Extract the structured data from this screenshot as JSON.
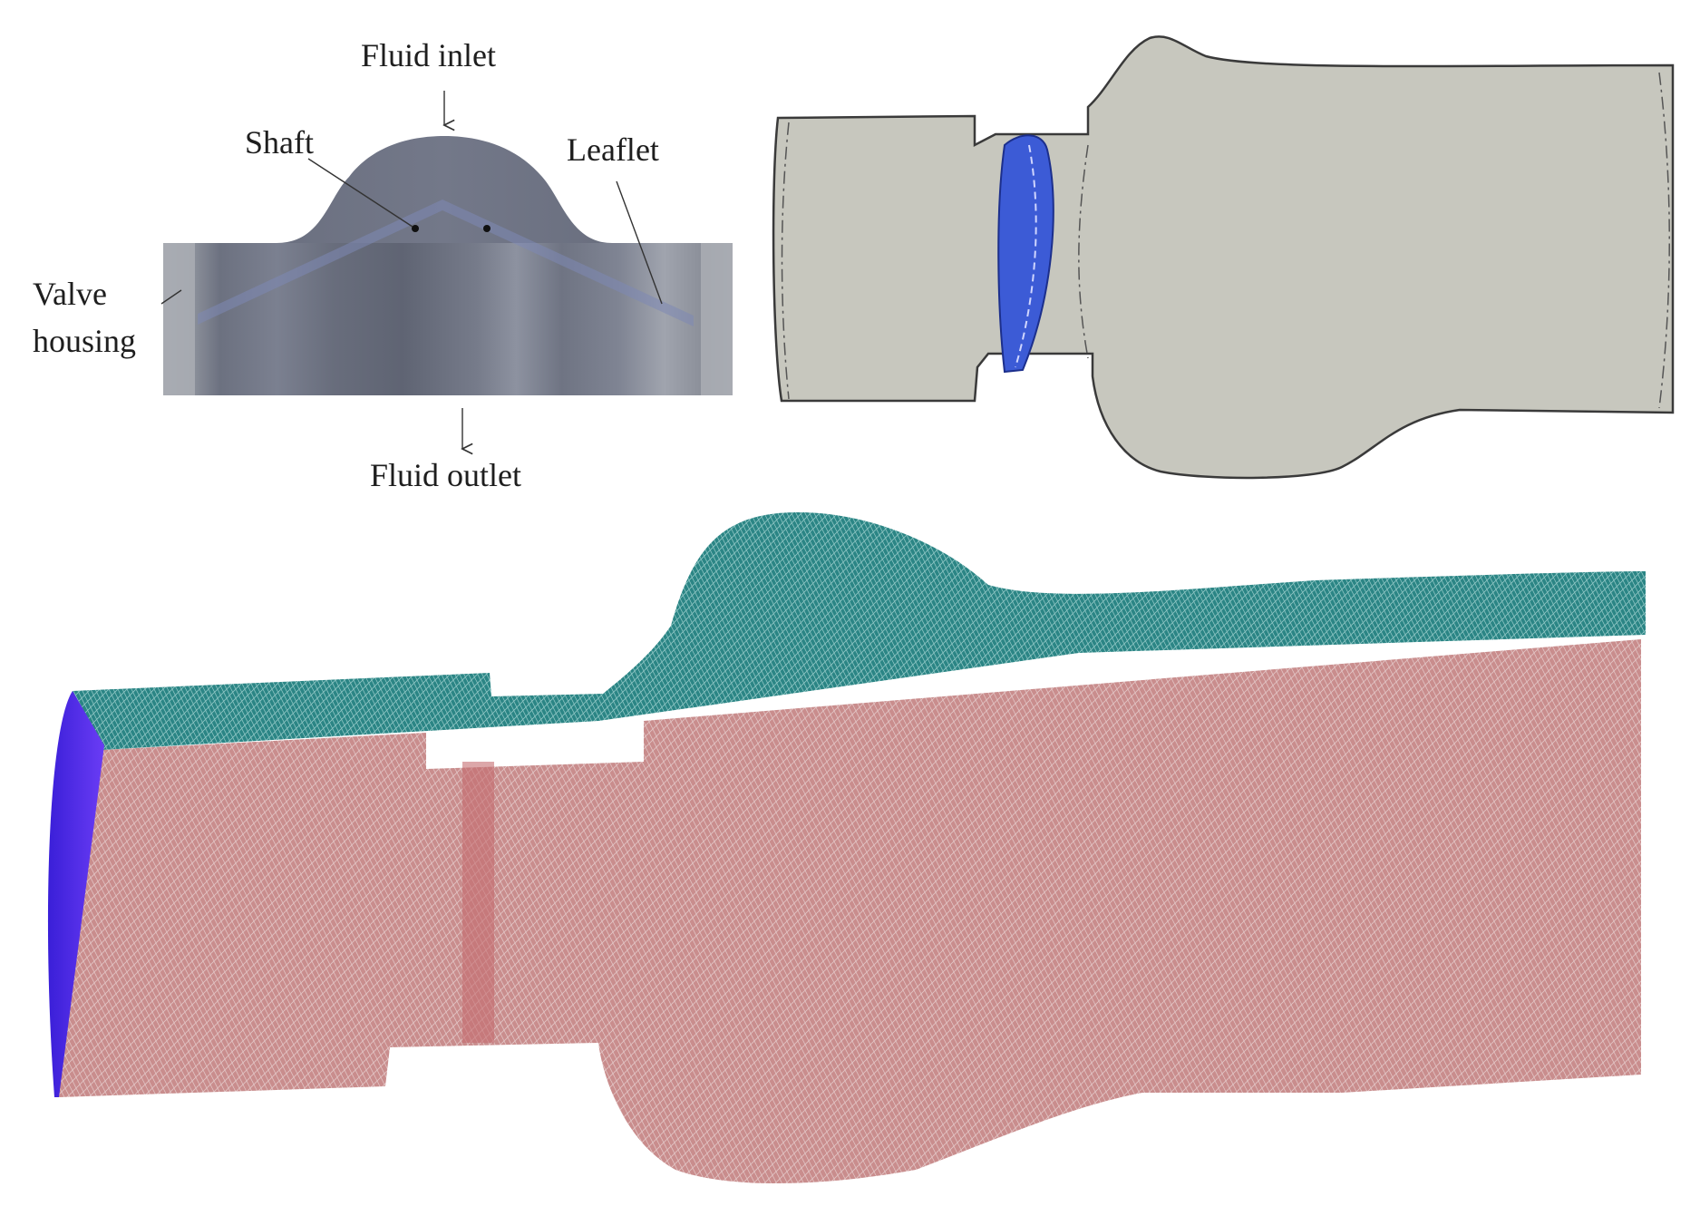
{
  "panels": {
    "section_view": {
      "labels": {
        "fluid_inlet": "Fluid inlet",
        "shaft": "Shaft",
        "leaflet": "Leaflet",
        "valve_housing": "Valve\nhousing",
        "fluid_outlet": "Fluid outlet"
      }
    },
    "solid_model": {},
    "mesh_model": {}
  },
  "colors": {
    "housing_gray": "#a9adb5",
    "body_dark": "#6c7180",
    "solid_fill": "#c6c6bd",
    "leaflet_blue": "#3c5bd6",
    "mesh_top_teal": "#1f7d7d",
    "mesh_face_pink": "#c98a8a",
    "inlet_face_violet": "#5a2ef0"
  }
}
